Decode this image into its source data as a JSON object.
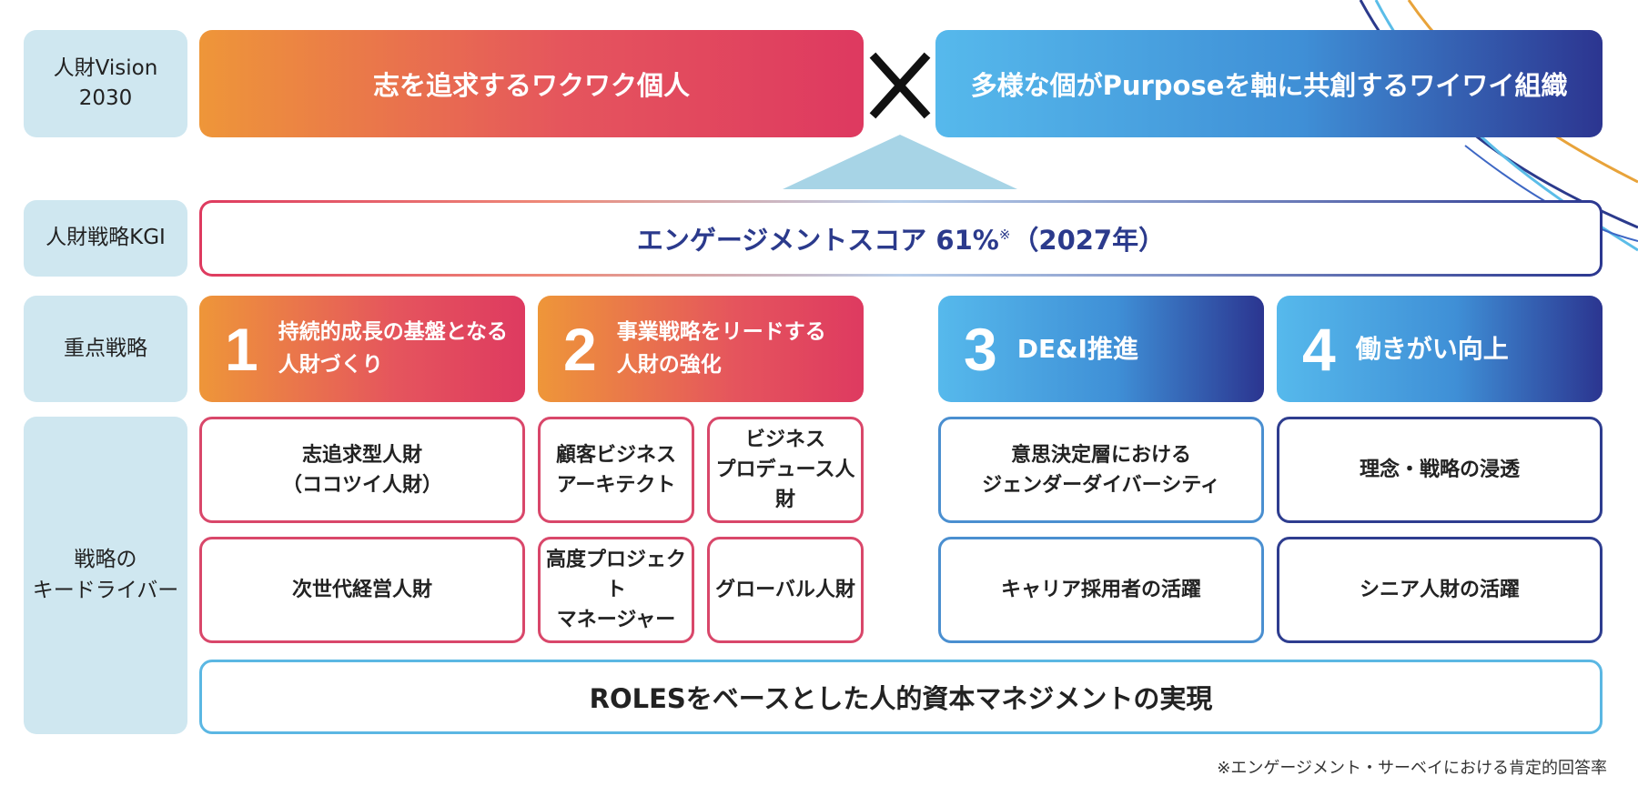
{
  "labels": {
    "vision": "人財Vision\n2030",
    "kgi": "人財戦略KGI",
    "focus": "重点戦略",
    "drivers": "戦略の\nキードライバー"
  },
  "vision": {
    "left": "志を追求するワクワク個人",
    "right": "多様な個がPurposeを軸に共創するワイワイ組織"
  },
  "kgi": {
    "text": "エンゲージメントスコア 61%",
    "mark": "※",
    "year": "（2027年）"
  },
  "strategies": [
    {
      "num": "1",
      "title": "持続的成長の基盤となる\n人財づくり"
    },
    {
      "num": "2",
      "title": "事業戦略をリードする\n人財の強化"
    },
    {
      "num": "3",
      "title": "DE&I推進"
    },
    {
      "num": "4",
      "title": "働きがい向上"
    }
  ],
  "drivers": {
    "s1": [
      "志追求型人財\n（ココツイ人財）",
      "次世代経営人財"
    ],
    "s2": [
      "顧客ビジネス\nアーキテクト",
      "ビジネス\nプロデュース人財",
      "高度プロジェクト\nマネージャー",
      "グローバル人財"
    ],
    "s3": [
      "意思決定層における\nジェンダーダイバーシティ",
      "キャリア採用者の活躍"
    ],
    "s4": [
      "理念・戦略の浸透",
      "シニア人財の活躍"
    ]
  },
  "foundation": "ROLESをベースとした人的資本マネジメントの実現",
  "footnote": "※エンゲージメント・サーベイにおける肯定的回答率",
  "colors": {
    "warm_start": "#ee9639",
    "warm_end": "#de3960",
    "cool_start": "#56b9ec",
    "cool_end": "#2c3590",
    "side_bg": "#cfe7f0",
    "arrow": "#a7d4e6"
  }
}
